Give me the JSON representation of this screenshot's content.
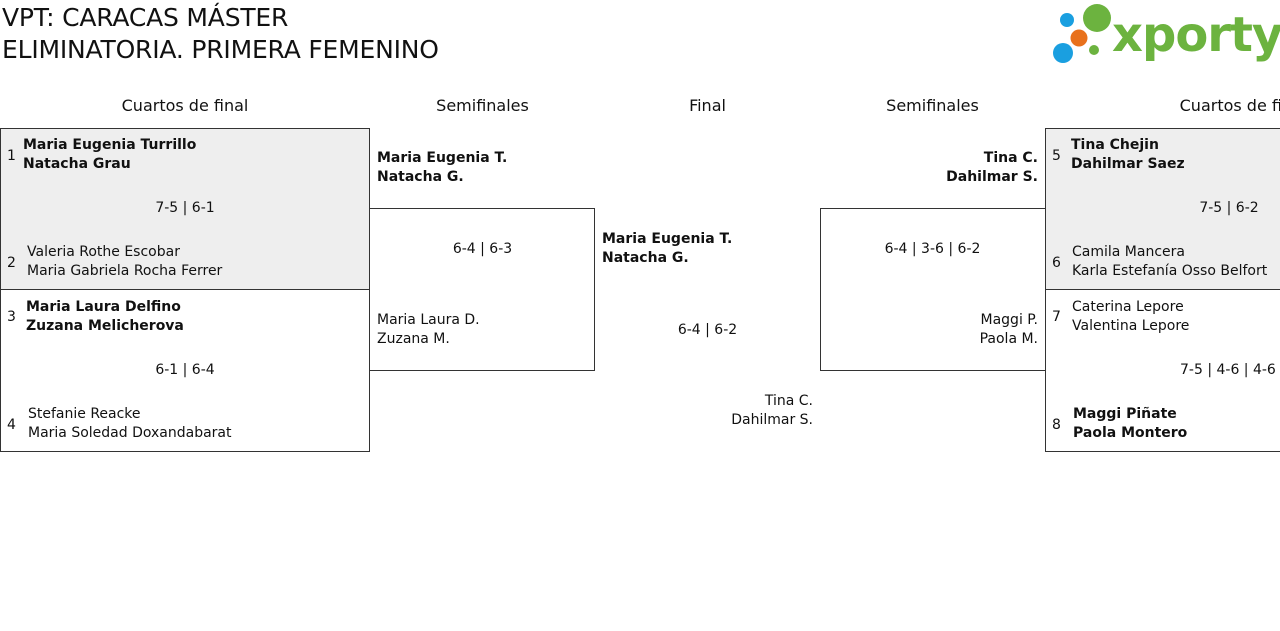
{
  "title": {
    "line1": "VPT: CARACAS MÁSTER",
    "line2": "ELIMINATORIA. PRIMERA FEMENINO"
  },
  "logo": {
    "text": "xporty",
    "dot_colors": [
      "#1a9fe0",
      "#6cb33f",
      "#e8711c"
    ],
    "text_color": "#6cb33f"
  },
  "rounds": {
    "qf_left": "Cuartos de final",
    "sf_left": "Semifinales",
    "final": "Final",
    "sf_right": "Semifinales",
    "qf_right": "Cuartos de final"
  },
  "qf": {
    "m1": {
      "seed_a": "1",
      "a1": "Maria Eugenia Turrillo",
      "a2": "Natacha Grau",
      "score": "7-5 | 6-1",
      "seed_b": "2",
      "b1": "Valeria Rothe Escobar",
      "b2": "Maria Gabriela Rocha Ferrer"
    },
    "m2": {
      "seed_a": "3",
      "a1": "Maria Laura Delfino",
      "a2": "Zuzana Melicherova",
      "score": "6-1 | 6-4",
      "seed_b": "4",
      "b1": "Stefanie Reacke",
      "b2": "Maria Soledad Doxandabarat"
    },
    "m3": {
      "seed_a": "5",
      "a1": "Tina Chejin",
      "a2": "Dahilmar Saez",
      "score": "7-5 | 6-2",
      "seed_b": "6",
      "b1": "Camila Mancera",
      "b2": "Karla Estefanía Osso Belfort"
    },
    "m4": {
      "seed_a": "7",
      "a1": "Caterina Lepore",
      "a2": "Valentina Lepore",
      "score": "7-5 | 4-6 | 4-6",
      "seed_b": "8",
      "b1": "Maggi Piñate",
      "b2": "Paola Montero"
    }
  },
  "sf": {
    "left": {
      "a1": "Maria Eugenia T.",
      "a2": "Natacha G.",
      "score": "6-4 | 6-3",
      "b1": "Maria Laura D.",
      "b2": "Zuzana M."
    },
    "right": {
      "a1": "Tina C.",
      "a2": "Dahilmar S.",
      "score": "6-4 | 3-6 | 6-2",
      "b1": "Maggi P.",
      "b2": "Paola M."
    }
  },
  "final": {
    "a1": "Maria Eugenia T.",
    "a2": "Natacha G.",
    "score": "6-4 | 6-2",
    "b1": "Tina C.",
    "b2": "Dahilmar S."
  }
}
